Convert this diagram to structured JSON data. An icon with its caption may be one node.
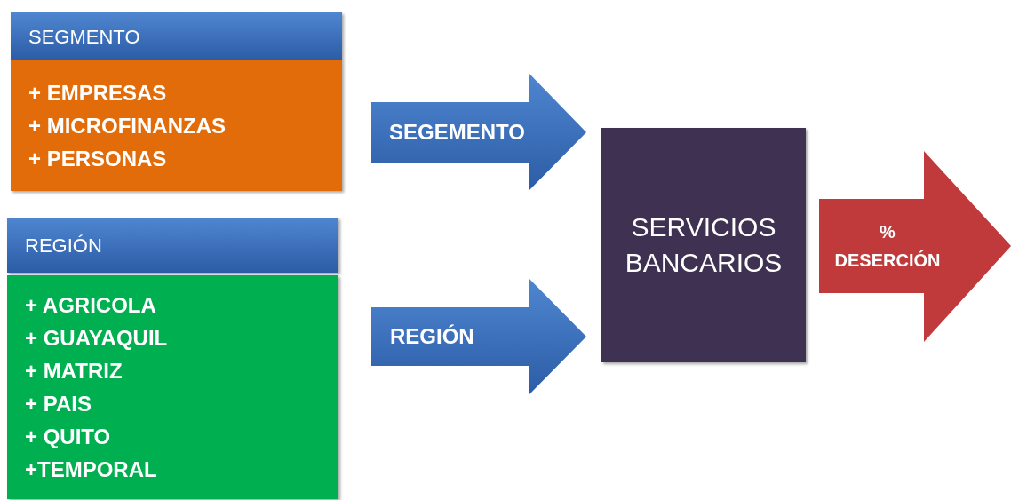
{
  "diagram": {
    "nodes": [
      {
        "text": [
          "SEGMENTO",
          "+ EMPRESAS",
          "+ MICROFINANZAS",
          "+ PERSONAS"
        ]
      },
      {
        "text": [
          "REGIÓN",
          "+ AGRICOLA",
          "+ GUAYAQUIL",
          "+ MATRIZ",
          "+ PAIS",
          "+ QUITO",
          "+TEMPORAL"
        ]
      },
      {
        "text": [
          "SERVICIOS BANCARIOS"
        ]
      }
    ],
    "edges": [
      {
        "from": null,
        "to": 2,
        "arrow": "to",
        "label": "SEGEMENTO"
      },
      {
        "from": null,
        "to": 2,
        "arrow": "to",
        "label": "REGIÓN"
      },
      {
        "from": 2,
        "to": null,
        "arrow": "to",
        "label": "% DESERCIÓN",
        "color": "#c0393b"
      }
    ]
  }
}
